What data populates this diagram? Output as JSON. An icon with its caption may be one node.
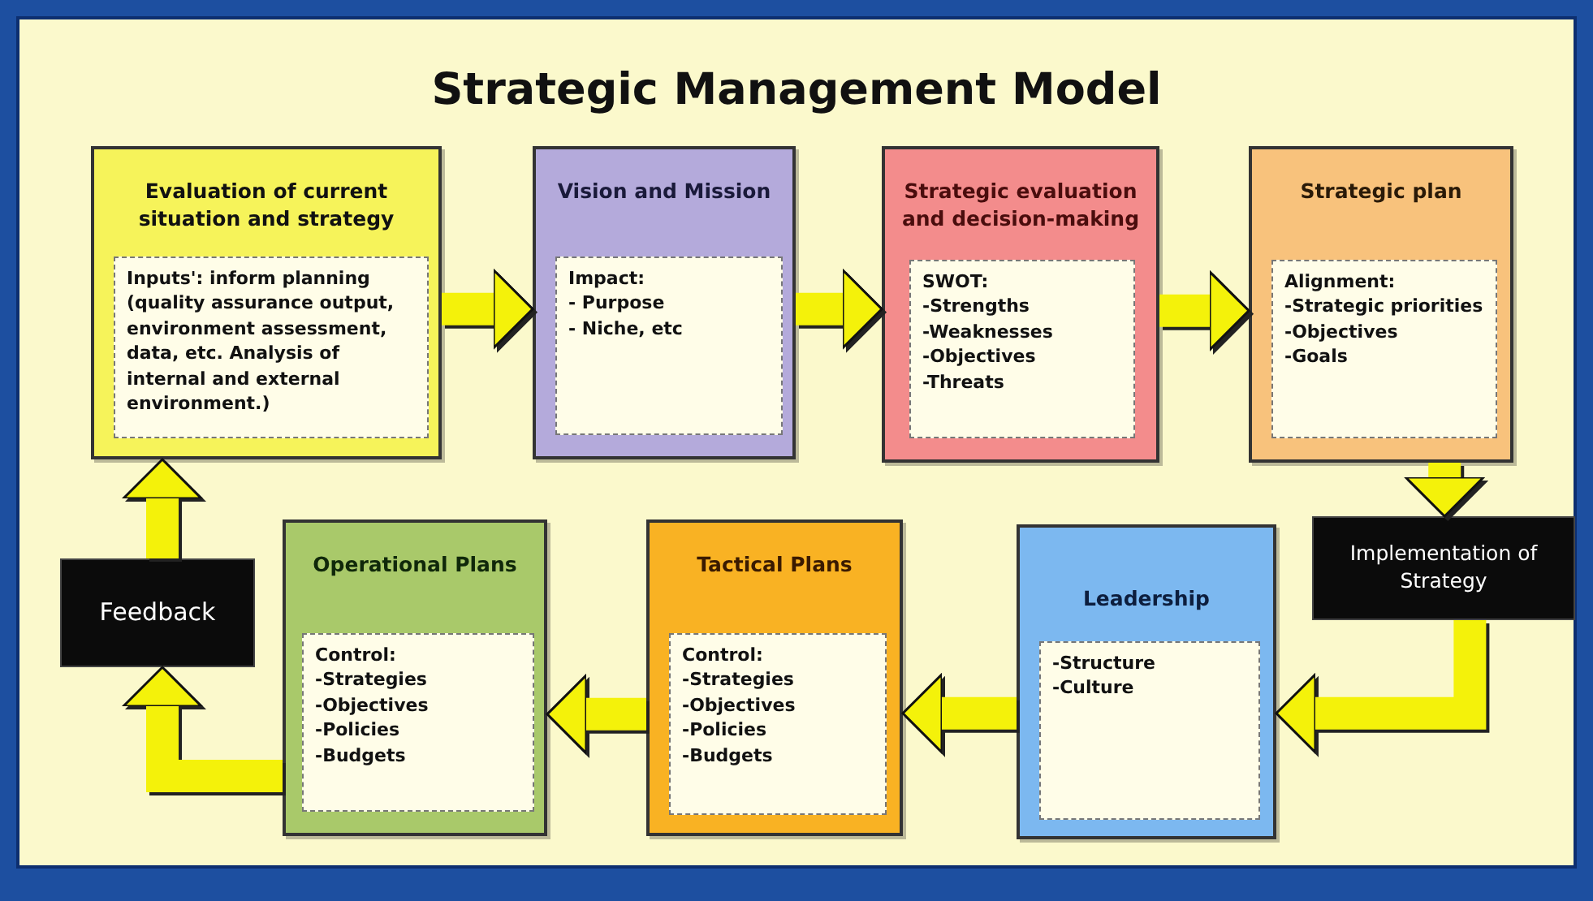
{
  "diagram": {
    "title": "Strategic Management Model",
    "nodes": [
      {
        "text": [
          "Evaluation of current situation and strategy"
        ]
      },
      {
        "text": [
          "Inputs': inform planning (quality assurance output, environment assessment, data, etc.  Analysis of internal and external environment.)"
        ],
        "in": 0
      },
      {
        "text": [
          "Vision and Mission"
        ]
      },
      {
        "text": [
          "Impact:",
          "- Purpose",
          "- Niche, etc"
        ],
        "in": 2
      },
      {
        "text": [
          "Strategic evaluation and decision-making"
        ]
      },
      {
        "text": [
          "SWOT:",
          "-Strengths",
          "-Weaknesses",
          "-Objectives",
          "-Threats"
        ],
        "in": 4
      },
      {
        "text": [
          "Strategic plan"
        ]
      },
      {
        "text": [
          "Alignment:",
          "-Strategic priorities",
          "-Objectives",
          "-Goals"
        ],
        "in": 6
      },
      {
        "text": [
          "Implementation of Strategy"
        ]
      },
      {
        "text": [
          "Leadership"
        ]
      },
      {
        "text": [
          "-Structure",
          "-Culture"
        ],
        "in": 9
      },
      {
        "text": [
          "Tactical Plans"
        ]
      },
      {
        "text": [
          "Control:",
          "-Strategies",
          "-Objectives",
          "-Policies",
          "-Budgets"
        ],
        "in": 11
      },
      {
        "text": [
          "Operational Plans"
        ]
      },
      {
        "text": [
          "Control:",
          "-Strategies",
          "-Objectives",
          "-Policies",
          "-Budgets"
        ],
        "in": 13
      },
      {
        "text": [
          "Feedback"
        ]
      }
    ],
    "edges": [
      {
        "from": 0,
        "to": 2,
        "arrow": "to"
      },
      {
        "from": 2,
        "to": 4,
        "arrow": "to"
      },
      {
        "from": 4,
        "to": 6,
        "arrow": "to"
      },
      {
        "from": 6,
        "to": 8,
        "arrow": "to"
      },
      {
        "from": 8,
        "to": 9,
        "arrow": "to"
      },
      {
        "from": 9,
        "to": 11,
        "arrow": "to"
      },
      {
        "from": 11,
        "to": 13,
        "arrow": "to"
      },
      {
        "from": 13,
        "to": 15,
        "arrow": "to"
      },
      {
        "from": 15,
        "to": 0,
        "arrow": "to"
      }
    ]
  }
}
